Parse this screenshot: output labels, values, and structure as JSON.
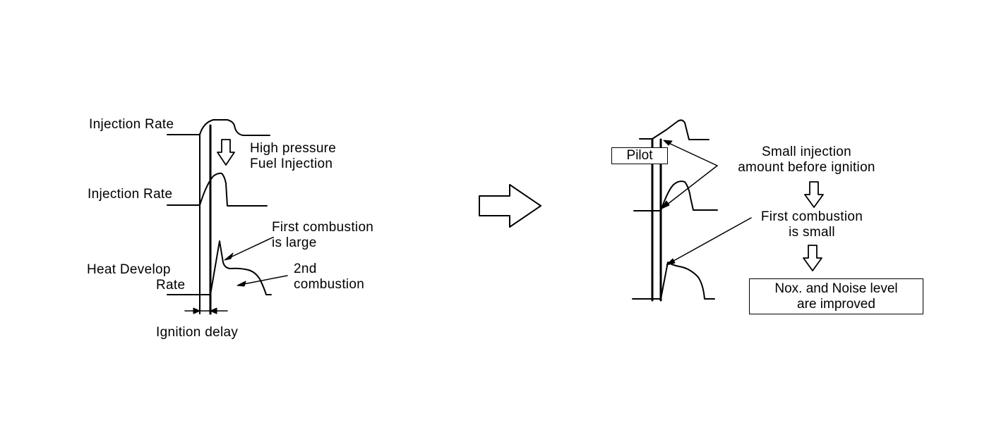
{
  "left": {
    "injection_rate_top": "Injection Rate",
    "high_pressure_line1": "High pressure",
    "high_pressure_line2": "Fuel Injection",
    "injection_rate_mid": "Injection Rate",
    "first_combustion_line1": "First combustion",
    "first_combustion_line2": "is large",
    "heat_develop_line1": "Heat Develop",
    "heat_develop_line2": "Rate",
    "second_combustion_line1": "2nd",
    "second_combustion_line2": "combustion",
    "ignition_delay": "Ignition delay"
  },
  "right": {
    "pilot": "Pilot",
    "small_injection_line1": "Small injection",
    "small_injection_line2": "amount before ignition",
    "first_combustion_small_line1": "First combustion",
    "first_combustion_small_line2": "is small",
    "result_line1": "Nox. and Noise level",
    "result_line2": "are improved"
  },
  "colors": {
    "ink": "#000000",
    "background": "#ffffff"
  }
}
